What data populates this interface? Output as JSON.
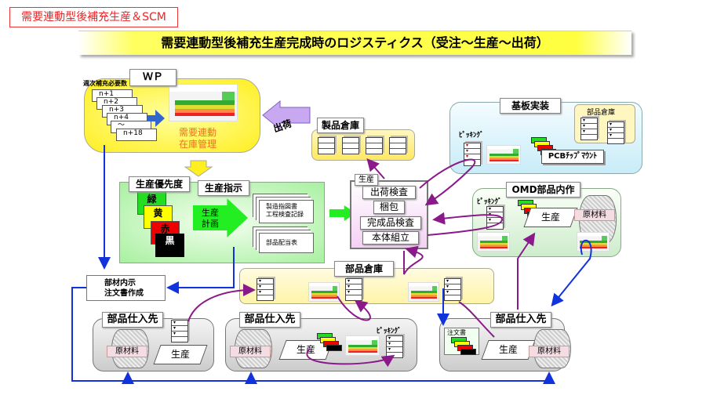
{
  "header": {
    "tag": "需要連動型後補充生産＆SCM",
    "title": "需要連動型後補充生産完成時のロジスティクス（受注～生産～出荷）"
  },
  "wp": {
    "label": "ＷＰ",
    "cards_title": "週次補充必要数",
    "cards": [
      "n+1",
      "n+2",
      "n+3",
      "n+4",
      "～",
      "n+18"
    ],
    "caption1": "需要連動",
    "caption2": "在庫管理"
  },
  "shipping": {
    "label": "出荷"
  },
  "product_warehouse": {
    "label": "製品倉庫"
  },
  "priority": {
    "label": "生産優先度",
    "levels": [
      "緑",
      "黄",
      "赤",
      "黒"
    ],
    "colors": [
      "#22dd22",
      "#ffff00",
      "#ee0000",
      "#000000"
    ]
  },
  "instruction": {
    "label": "生産指示",
    "arrow1": "生産",
    "arrow2": "計画",
    "doc1a": "製造指図書",
    "doc1b": "工程検査記録",
    "doc2": "部品配当表"
  },
  "production": {
    "label": "生産",
    "steps": [
      "出荷検査",
      "梱包",
      "完成品検査",
      "本体組立"
    ]
  },
  "board": {
    "label": "基板実装",
    "picking": "ﾋﾟｯｷﾝｸﾞ",
    "warehouse": "部品倉庫",
    "mount": "PCBﾁｯﾌﾟﾏｳﾝﾄ"
  },
  "omd": {
    "label": "OMD部品内作",
    "picking": "ﾋﾟｯｷﾝｸﾞ",
    "production": "生産",
    "raw": "原材料"
  },
  "parts_warehouse": {
    "label": "部品倉庫"
  },
  "order": {
    "line1": "部材内示",
    "line2": "注文書作成"
  },
  "suppliers": [
    {
      "label": "部品仕入先",
      "raw": "原材料",
      "production": "生産"
    },
    {
      "label": "部品仕入先",
      "raw": "原材料",
      "production": "生産",
      "picking": "ﾋﾟｯｷﾝｸﾞ"
    },
    {
      "label": "部品仕入先",
      "raw": "原材料",
      "production": "生産",
      "order_doc": "注文書"
    }
  ],
  "colors": {
    "flow_blue": "#1133dd",
    "flow_purple": "#8a1a8a",
    "title_yellow": "#ffff40"
  }
}
